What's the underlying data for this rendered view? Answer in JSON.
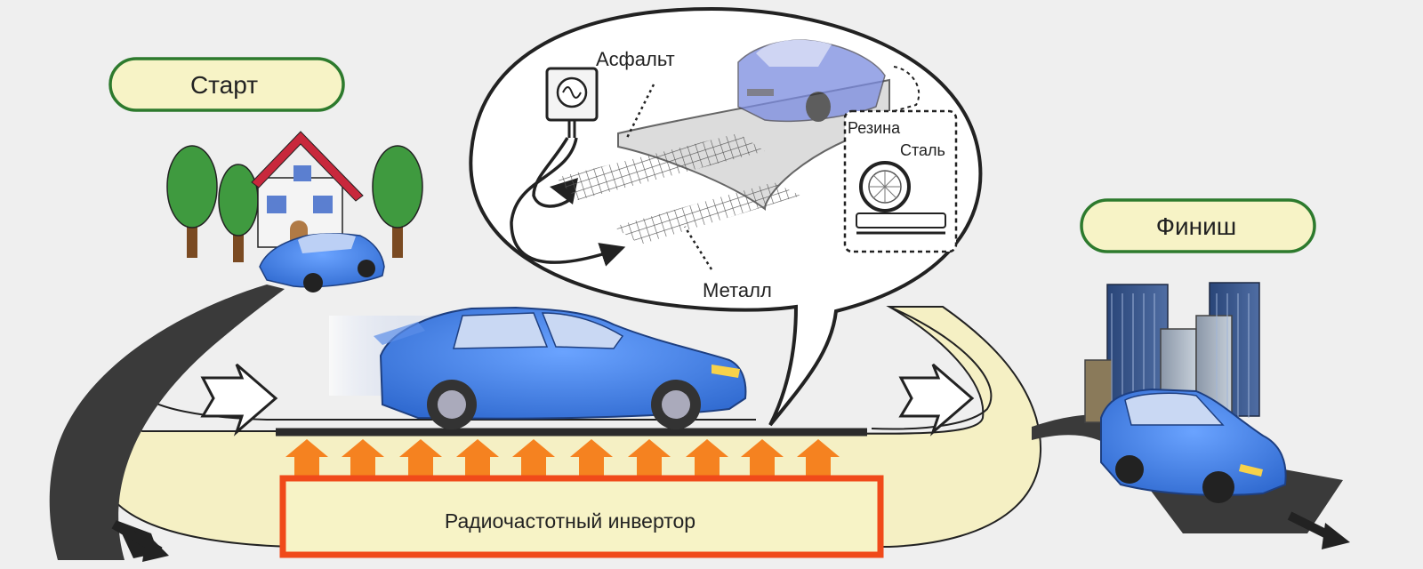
{
  "labels": {
    "start": "Старт",
    "finish": "Финиш",
    "asphalt": "Асфальт",
    "metal": "Металл",
    "rubber": "Резина",
    "steel": "Сталь",
    "inverter": "Радиочастотный инвертор"
  },
  "colors": {
    "background": "#efefef",
    "pill_fill": "#f7f3c6",
    "pill_border": "#2d7a2d",
    "car_blue": "#3d7fe6",
    "inverter_border": "#f04a1a",
    "inverter_fill": "#f7f3c6",
    "arrow_orange": "#f58220",
    "road_dark": "#2b2b2b",
    "loop_fill": "#f5f0c4",
    "house_roof": "#c8283c",
    "tree_green": "#3f9a3f",
    "building_blue": "#2f4e86"
  },
  "icons": [
    "house-icon",
    "tree-icon",
    "car-icon",
    "power-outlet-icon",
    "building-icon",
    "wheel-icon",
    "arrow-icon"
  ]
}
